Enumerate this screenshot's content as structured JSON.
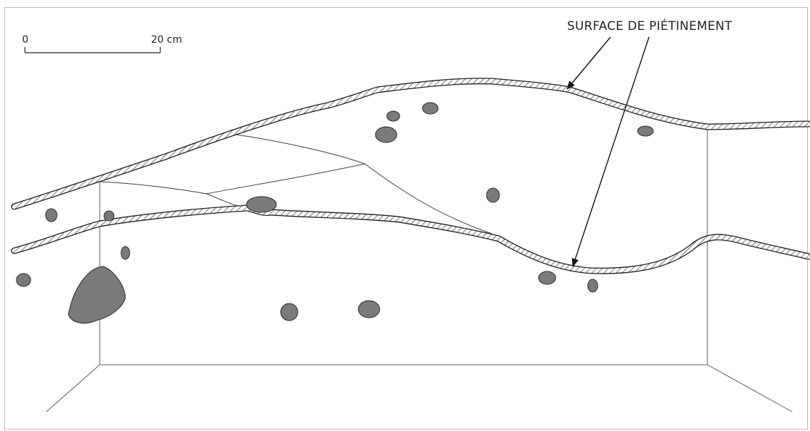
{
  "annotation": {
    "label": "SURFACE DE PIÉTINEMENT"
  },
  "scale_bar": {
    "start_label": "0",
    "end_label": "20 cm"
  },
  "colors": {
    "stone_fill": "#7a7a7a",
    "line": "#1e1e1e",
    "background": "#ffffff"
  }
}
